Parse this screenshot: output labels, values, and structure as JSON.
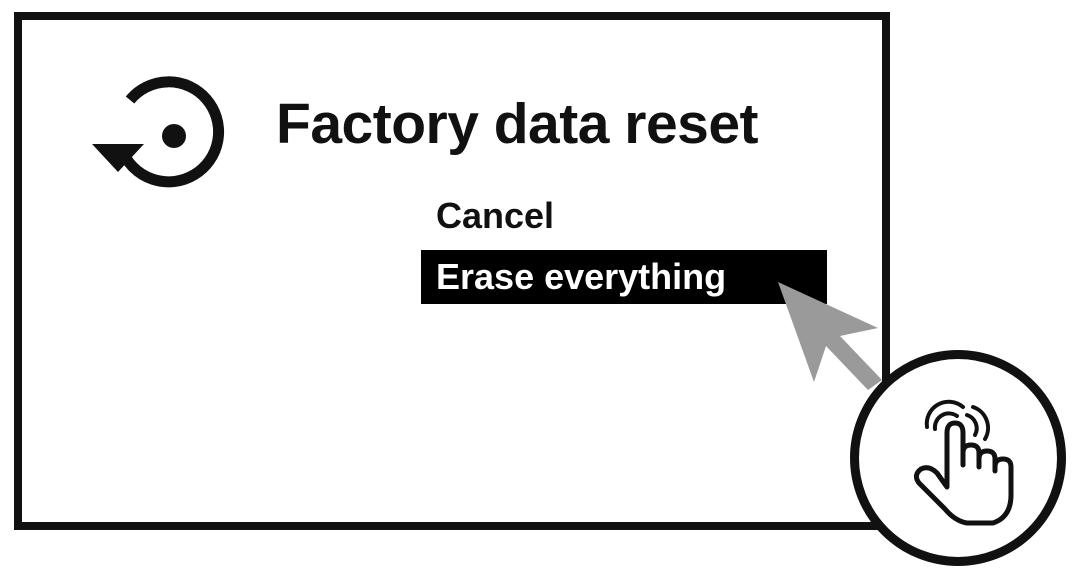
{
  "dialog": {
    "title": "Factory data reset",
    "title_icon": "reset-icon",
    "options": [
      {
        "label": "Cancel",
        "selected": false
      },
      {
        "label": "Erase everything",
        "selected": true
      }
    ]
  },
  "cursor": {
    "icon": "arrow-pointer-icon",
    "color": "#9a9a9a"
  },
  "gesture": {
    "icon": "tap-hand-icon",
    "action": "tap"
  },
  "colors": {
    "frame": "#111111",
    "selected_background": "#000000",
    "selected_text": "#ffffff",
    "text": "#111111"
  }
}
